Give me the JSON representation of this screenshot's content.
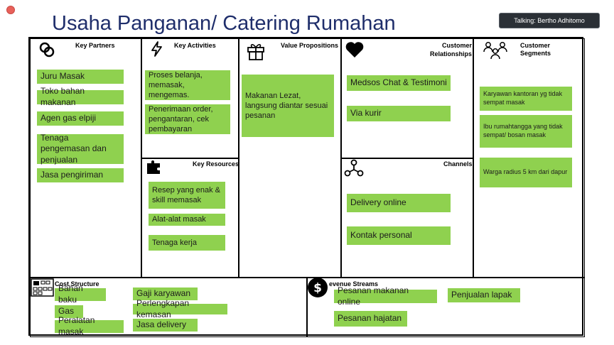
{
  "meeting": {
    "talking_label": "Talking: Bertho Adhitomo"
  },
  "slide": {
    "title": "Usaha Panganan/ Catering Rumahan",
    "sections": {
      "key_partners": {
        "heading": "Key Partners",
        "notes": [
          "Juru Masak",
          "Toko bahan makanan",
          "Agen gas elpiji",
          "Tenaga pengemasan dan penjualan",
          "Jasa pengiriman"
        ]
      },
      "key_activities": {
        "heading": "Key Activities",
        "notes": [
          "Proses belanja, memasak, mengemas.",
          "Penerimaan order, pengantaran, cek pembayaran"
        ]
      },
      "key_resources": {
        "heading": "Key Resources",
        "notes": [
          "Resep yang enak & skill memasak",
          "Alat-alat masak",
          "Tenaga kerja"
        ]
      },
      "value_propositions": {
        "heading": "Value Propositions",
        "notes": [
          "Makanan Lezat, langsung diantar sesuai pesanan"
        ]
      },
      "customer_relationships": {
        "heading_line1": "Customer",
        "heading_line2": "Relationships",
        "notes": [
          "Medsos Chat & Testimoni",
          "Via kurir"
        ]
      },
      "channels": {
        "heading": "Channels",
        "notes": [
          "Delivery online",
          "Kontak personal"
        ]
      },
      "customer_segments": {
        "heading": "Customer Segments",
        "notes": [
          "Karyawan kantoran yg tidak sempat masak",
          "Ibu rumahtangga yang tidak sempat/ bosan masak",
          "Warga radius 5 km dari dapur"
        ]
      },
      "cost_structure": {
        "heading": "Cost Structure",
        "notes": [
          "Bahan baku",
          "Gas",
          "Peralatan masak",
          "Gaji karyawan",
          "Perlengkapan kemasan",
          "Jasa delivery"
        ]
      },
      "revenue_streams": {
        "heading": "evenue Streams",
        "notes": [
          "Pesanan makanan online",
          "Pesanan hajatan",
          "Penjualan lapak"
        ]
      }
    }
  },
  "icons": {
    "key_partners": "rings-icon",
    "key_activities": "lightning-icon",
    "key_resources": "puzzle-icon",
    "value_propositions": "gift-icon",
    "customer_relationships": "heart-icon",
    "channels": "network-icon",
    "customer_segments": "people-icon",
    "cost_structure": "calculator-icon",
    "revenue_streams": "dollar-icon"
  },
  "colors": {
    "note": "#8fd14f",
    "title": "#1f2e6b",
    "talking_bg": "#2b3036"
  }
}
